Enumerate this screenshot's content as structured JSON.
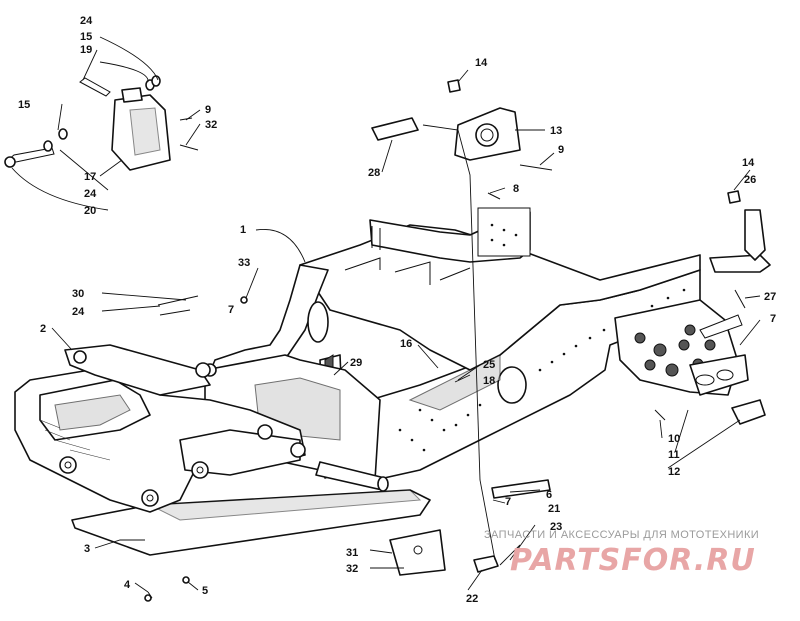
{
  "diagram": {
    "callouts": {
      "c1": "1",
      "c2": "2",
      "c3": "3",
      "c4": "4",
      "c5": "5",
      "c6": "6",
      "c7a": "7",
      "c7b": "7",
      "c7c": "7",
      "c8": "8",
      "c9a": "9",
      "c9b": "9",
      "c10": "10",
      "c11": "11",
      "c12": "12",
      "c13": "13",
      "c14a": "14",
      "c14b": "14",
      "c15a": "15",
      "c15b": "15",
      "c16": "16",
      "c17": "17",
      "c18": "18",
      "c19": "19",
      "c20": "20",
      "c21": "21",
      "c22": "22",
      "c23": "23",
      "c24a": "24",
      "c24b": "24",
      "c24c": "24",
      "c25": "25",
      "c26": "26",
      "c27": "27",
      "c28": "28",
      "c29": "29",
      "c30": "30",
      "c31": "31",
      "c32a": "32",
      "c32b": "32",
      "c33": "33"
    }
  },
  "watermark": {
    "text": "ЗАПЧАСТИ И АКСЕССУАРЫ ДЛЯ МОТОТЕХНИКИ",
    "logo": "PARTSFOR.RU",
    "color": "#e8a6a6"
  }
}
